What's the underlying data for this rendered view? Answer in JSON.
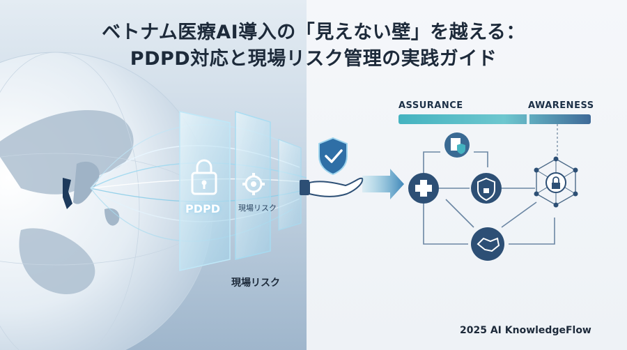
{
  "title": {
    "line1": "ベトナム医療AI導入の「見えない壁」を越える：",
    "line2": "PDPD対応と現場リスク管理の実践ガイド"
  },
  "bar": {
    "left_label": "ASSURANCE",
    "right_label": "AWARENESS"
  },
  "panels": {
    "pdpd_label": "PDPD",
    "risk_panel_label": "現場リスク",
    "risk_caption": "現場リスク"
  },
  "footer": "2025 AI KnowledgeFlow",
  "icons": [
    "globe-icon",
    "lock-icon",
    "gear-icon",
    "shield-check-icon",
    "hand-icon",
    "medical-cross-icon",
    "document-shield-icon",
    "circuit-shield-icon",
    "handshake-icon",
    "network-lock-icon"
  ],
  "colors": {
    "title": "#1d2a3a",
    "accent_teal": "#3aa7b8",
    "accent_navy": "#2d4f75",
    "bar_left": "#44b3c0",
    "bar_right": "#3f6a98"
  }
}
